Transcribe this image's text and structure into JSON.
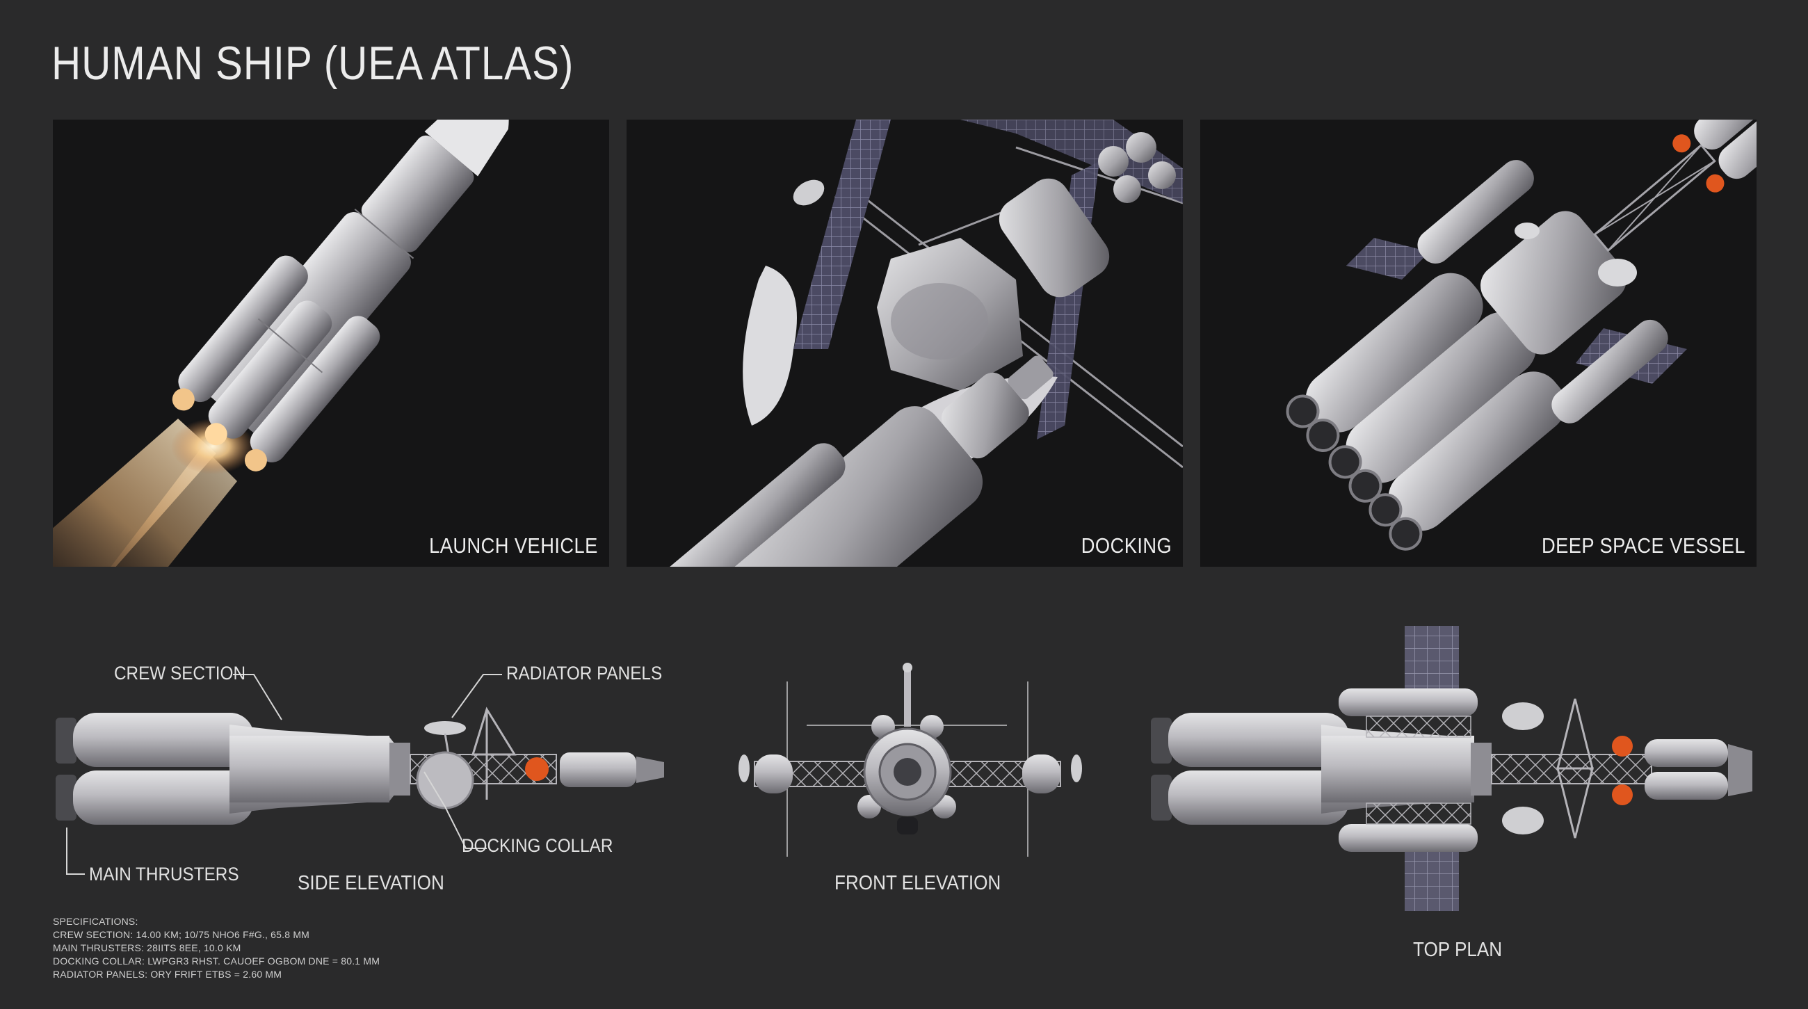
{
  "title": "HUMAN SHIP (UEA ATLAS)",
  "panels": [
    {
      "label": "LAUNCH VEHICLE"
    },
    {
      "label": "DOCKING"
    },
    {
      "label": "DEEP SPACE VESSEL"
    }
  ],
  "callouts": {
    "crew_section": "CREW SECTION",
    "radiator_panels": "RADIATOR PANELS",
    "docking_collar": "DOCKING COLLAR",
    "main_thrusters": "MAIN THRUSTERS"
  },
  "views": {
    "side": "SIDE ELEVATION",
    "front": "FRONT ELEVATION",
    "top": "TOP PLAN"
  },
  "specs": {
    "heading": "SPECIFICATIONS:",
    "lines": [
      "CREW SECTION: 14.00 KM; 10/75 NHO6 F#G., 65.8 MM",
      "MAIN THRUSTERS: 28IITS 8EE, 10.0 KM",
      "DOCKING COLLAR: LWPGR3 RHST. CAUOEF OGBOM DNE = 80.1 MM",
      "RADIATOR PANELS: ORY FRIFT ETBS = 2.60 MM"
    ]
  },
  "colors": {
    "background": "#2a2a2b",
    "panel": "#151516",
    "hull": "#bdbcc0",
    "accent_tank": "#e0561e"
  }
}
